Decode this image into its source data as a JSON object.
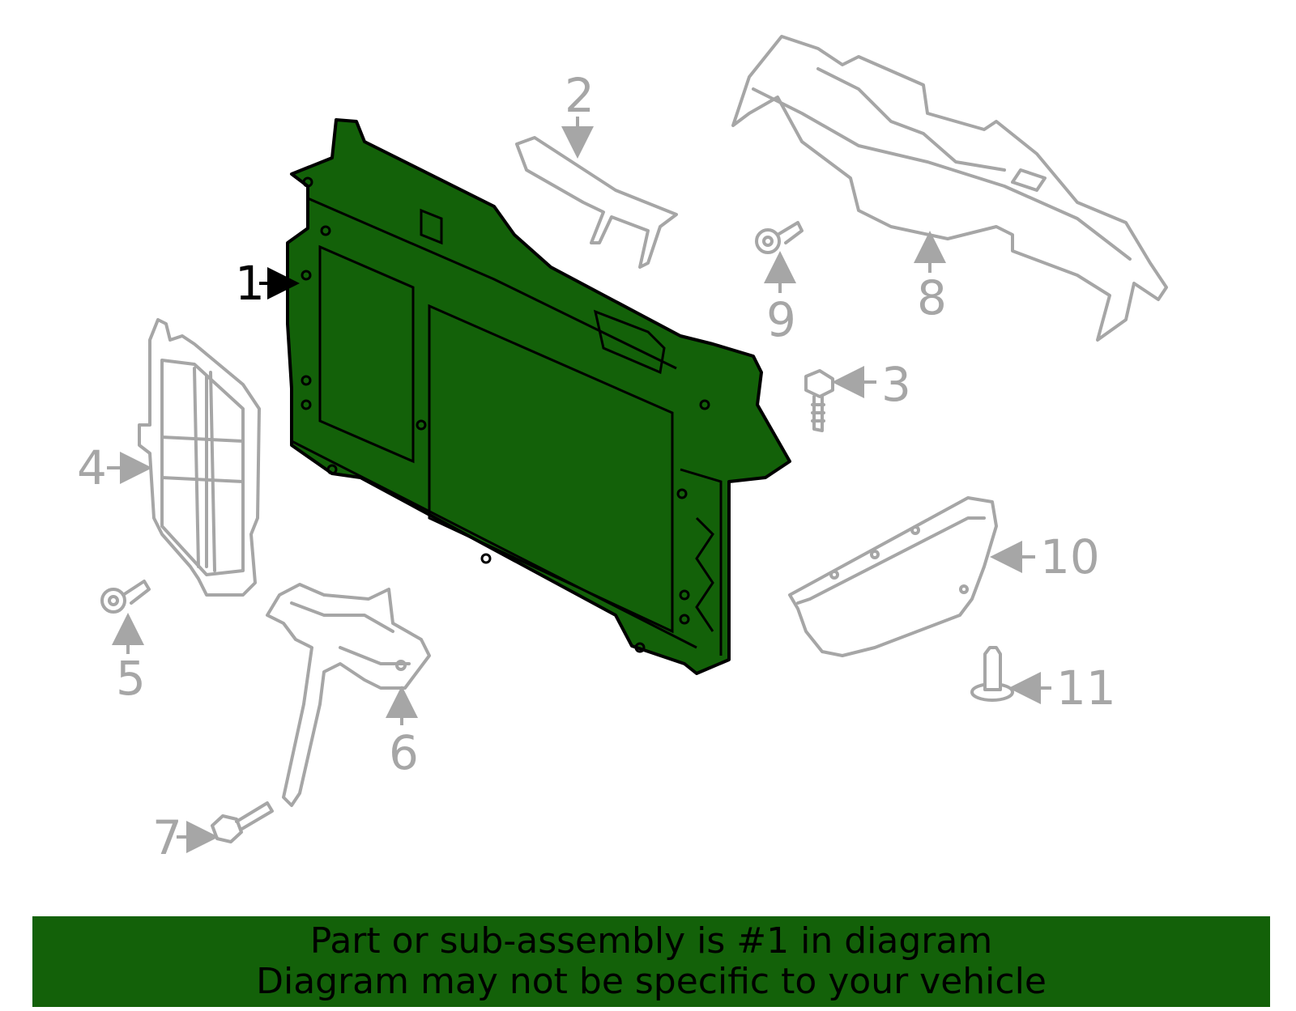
{
  "colors": {
    "highlight": "#136109",
    "part_gray": "#a6a6a6",
    "selected_label": "#000000",
    "background": "#ffffff"
  },
  "callouts": [
    {
      "id": "1",
      "label": "1",
      "highlighted": true
    },
    {
      "id": "2",
      "label": "2",
      "highlighted": false
    },
    {
      "id": "3",
      "label": "3",
      "highlighted": false
    },
    {
      "id": "4",
      "label": "4",
      "highlighted": false
    },
    {
      "id": "5",
      "label": "5",
      "highlighted": false
    },
    {
      "id": "6",
      "label": "6",
      "highlighted": false
    },
    {
      "id": "7",
      "label": "7",
      "highlighted": false
    },
    {
      "id": "8",
      "label": "8",
      "highlighted": false
    },
    {
      "id": "9",
      "label": "9",
      "highlighted": false
    },
    {
      "id": "10",
      "label": "10",
      "highlighted": false
    },
    {
      "id": "11",
      "label": "11",
      "highlighted": false
    }
  ],
  "banner": {
    "line1": "Part or sub-assembly is #1 in diagram",
    "line2": "Diagram may not be specific to your vehicle"
  }
}
